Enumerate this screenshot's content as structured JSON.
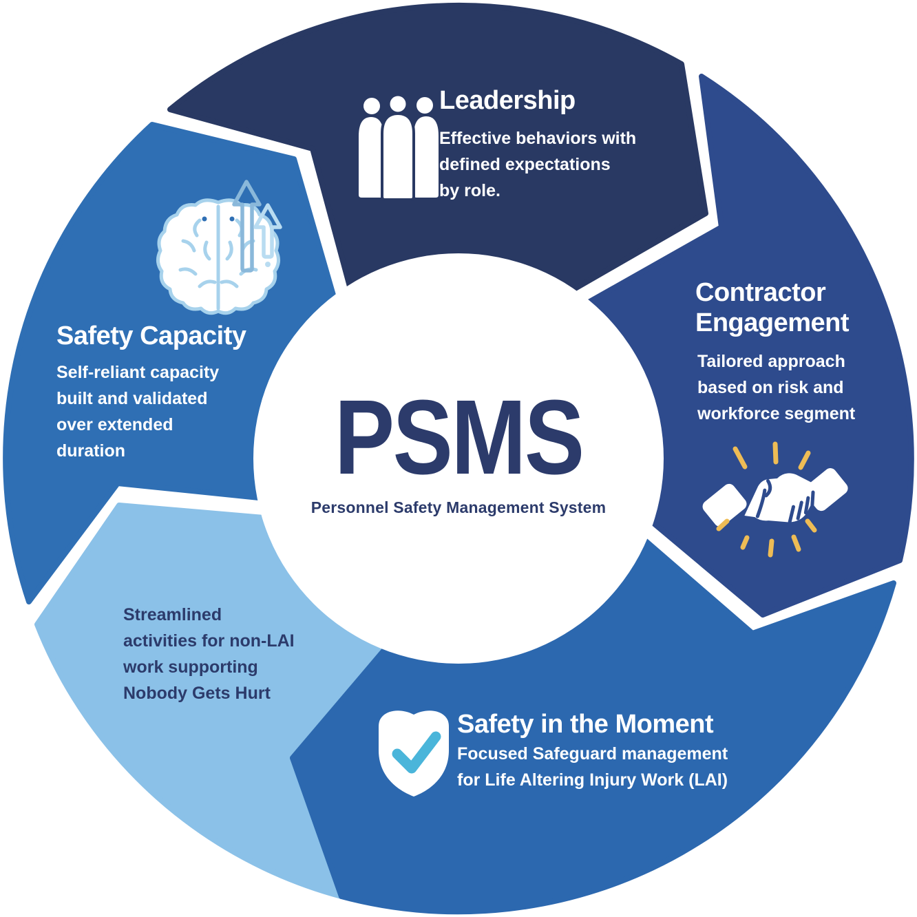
{
  "center": {
    "acronym": "PSMS",
    "subtitle": "Personnel Safety Management System"
  },
  "segments": {
    "leadership": {
      "title": "Leadership",
      "lines": [
        "Effective behaviors with",
        "defined expectations",
        "by role."
      ],
      "icon": "people-icon"
    },
    "contractor": {
      "title_lines": [
        "Contractor",
        "Engagement"
      ],
      "lines": [
        "Tailored approach",
        "based on risk and",
        "workforce segment"
      ],
      "icon": "handshake-icon"
    },
    "safety_moment": {
      "title": "Safety in the Moment",
      "lines": [
        "Focused Safeguard management",
        "for Life Altering Injury Work (LAI)"
      ],
      "icon": "shield-check-icon"
    },
    "streamlined": {
      "lines": [
        "Streamlined",
        "activities for non-LAI",
        "work supporting",
        "Nobody Gets Hurt"
      ]
    },
    "safety_capacity": {
      "title": "Safety Capacity",
      "lines": [
        "Self-reliant capacity",
        "built and validated",
        "over extended",
        "duration"
      ],
      "icon": "brain-growth-icon"
    }
  },
  "colors": {
    "leadership": "#293963",
    "contractor": "#2e4b8d",
    "safety_moment": "#2c68af",
    "safety_capacity": "#2f6fb4",
    "streamlined": "#8bc1e8",
    "white": "#ffffff",
    "navy_text": "#2c3b6b",
    "white_text": "#ffffff",
    "check_cyan": "#4ab5da",
    "gold": "#eebc55",
    "brain_outline": "#a7d2ec",
    "arrow_dark": "#8ab8da",
    "arrow_light": "#b9dcf1"
  }
}
